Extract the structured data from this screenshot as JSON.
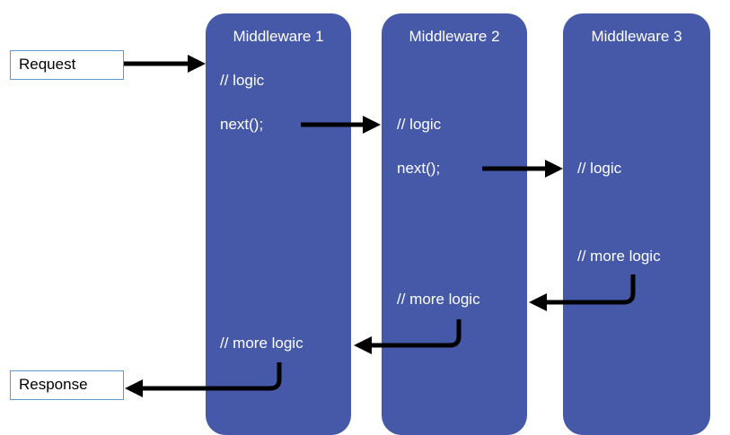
{
  "request": {
    "label": "Request"
  },
  "response": {
    "label": "Response"
  },
  "middlewares": [
    {
      "title": "Middleware 1",
      "logic": "// logic",
      "next": "next();",
      "more_logic": "// more logic"
    },
    {
      "title": "Middleware 2",
      "logic": "// logic",
      "next": "next();",
      "more_logic": "// more logic"
    },
    {
      "title": "Middleware 3",
      "logic": "// logic",
      "more_logic": "// more logic"
    }
  ],
  "colors": {
    "middleware_fill": "#4559a8",
    "box_border": "#5b9bd5",
    "arrow": "#000000"
  }
}
